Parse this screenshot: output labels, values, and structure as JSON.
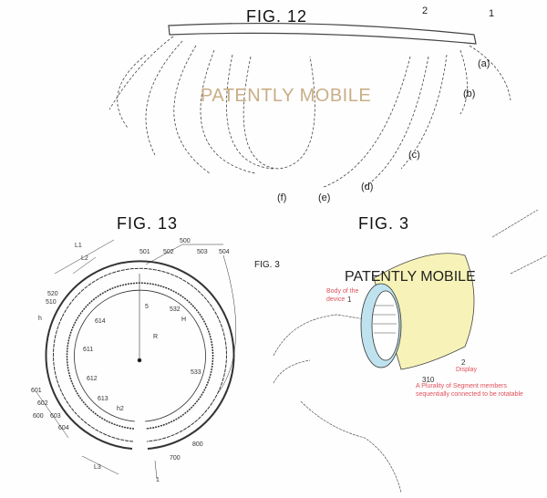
{
  "fig12": {
    "title": "FIG. 12",
    "labels": {
      "n2": "2",
      "n1": "1",
      "a": "(a)",
      "b": "(b)",
      "c": "(c)",
      "d": "(d)",
      "e": "(e)",
      "f": "(f)"
    },
    "watermark": "PATENTLY MOBILE"
  },
  "fig13": {
    "title": "FIG. 13",
    "side_caption": "FIG. 3",
    "labels": {
      "n500": "500",
      "n501": "501",
      "n502": "502",
      "n503": "503",
      "n504": "504",
      "L1": "L1",
      "L2": "L2",
      "n520": "520",
      "n510": "510",
      "h": "h",
      "n614": "614",
      "n5": "5",
      "n532": "532",
      "H": "H",
      "R": "R",
      "n611": "611",
      "n533": "533",
      "n612": "612",
      "n601": "601",
      "n602": "602",
      "n613": "613",
      "h2": "h2",
      "n600": "600",
      "n603": "603",
      "n604": "604",
      "n800": "800",
      "n700": "700",
      "L3": "L3",
      "n1": "1"
    }
  },
  "fig3": {
    "title": "FIG. 3",
    "watermark": "PATENTLY MOBILE",
    "body_label_1": "Body of the",
    "body_label_2": "device",
    "body_num": "1",
    "display_num": "2",
    "display_label": "Display",
    "segment_num": "310",
    "segment_label_1": "A Plurality of Segment members",
    "segment_label_2": "sequentially connected to be rotatable",
    "colors": {
      "display": "#f7f3b8",
      "segments": "#bfe3ee",
      "annotation": "#e0505a"
    }
  }
}
